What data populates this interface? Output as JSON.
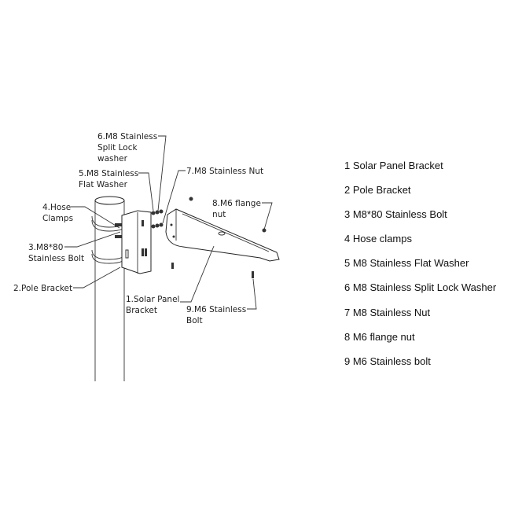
{
  "callouts": {
    "lock_washer": [
      "6.M8 Stainless",
      "Split Lock",
      "washer"
    ],
    "flat_washer": [
      "5.M8 Stainless",
      "Flat Washer"
    ],
    "nut": [
      "7.M8 Stainless Nut"
    ],
    "hose": [
      "4.Hose",
      "Clamps"
    ],
    "flange": [
      "8.M6 flange",
      "nut"
    ],
    "bolt80": [
      "3.M8*80",
      "Stainless Bolt"
    ],
    "pole_bracket": [
      "2.Pole Bracket"
    ],
    "solar_bracket": [
      "1.Solar Panel",
      "Bracket"
    ],
    "m6bolt": [
      "9.M6 Stainless",
      "Bolt"
    ]
  },
  "legend": [
    "1 Solar Panel Bracket",
    "2 Pole Bracket",
    "3 M8*80 Stainless Bolt",
    "4 Hose clamps",
    "5 M8 Stainless Flat Washer",
    "6 M8 Stainless Split Lock Washer",
    "7 M8 Stainless Nut",
    "8 M6 flange nut",
    "9 M6 Stainless bolt"
  ]
}
